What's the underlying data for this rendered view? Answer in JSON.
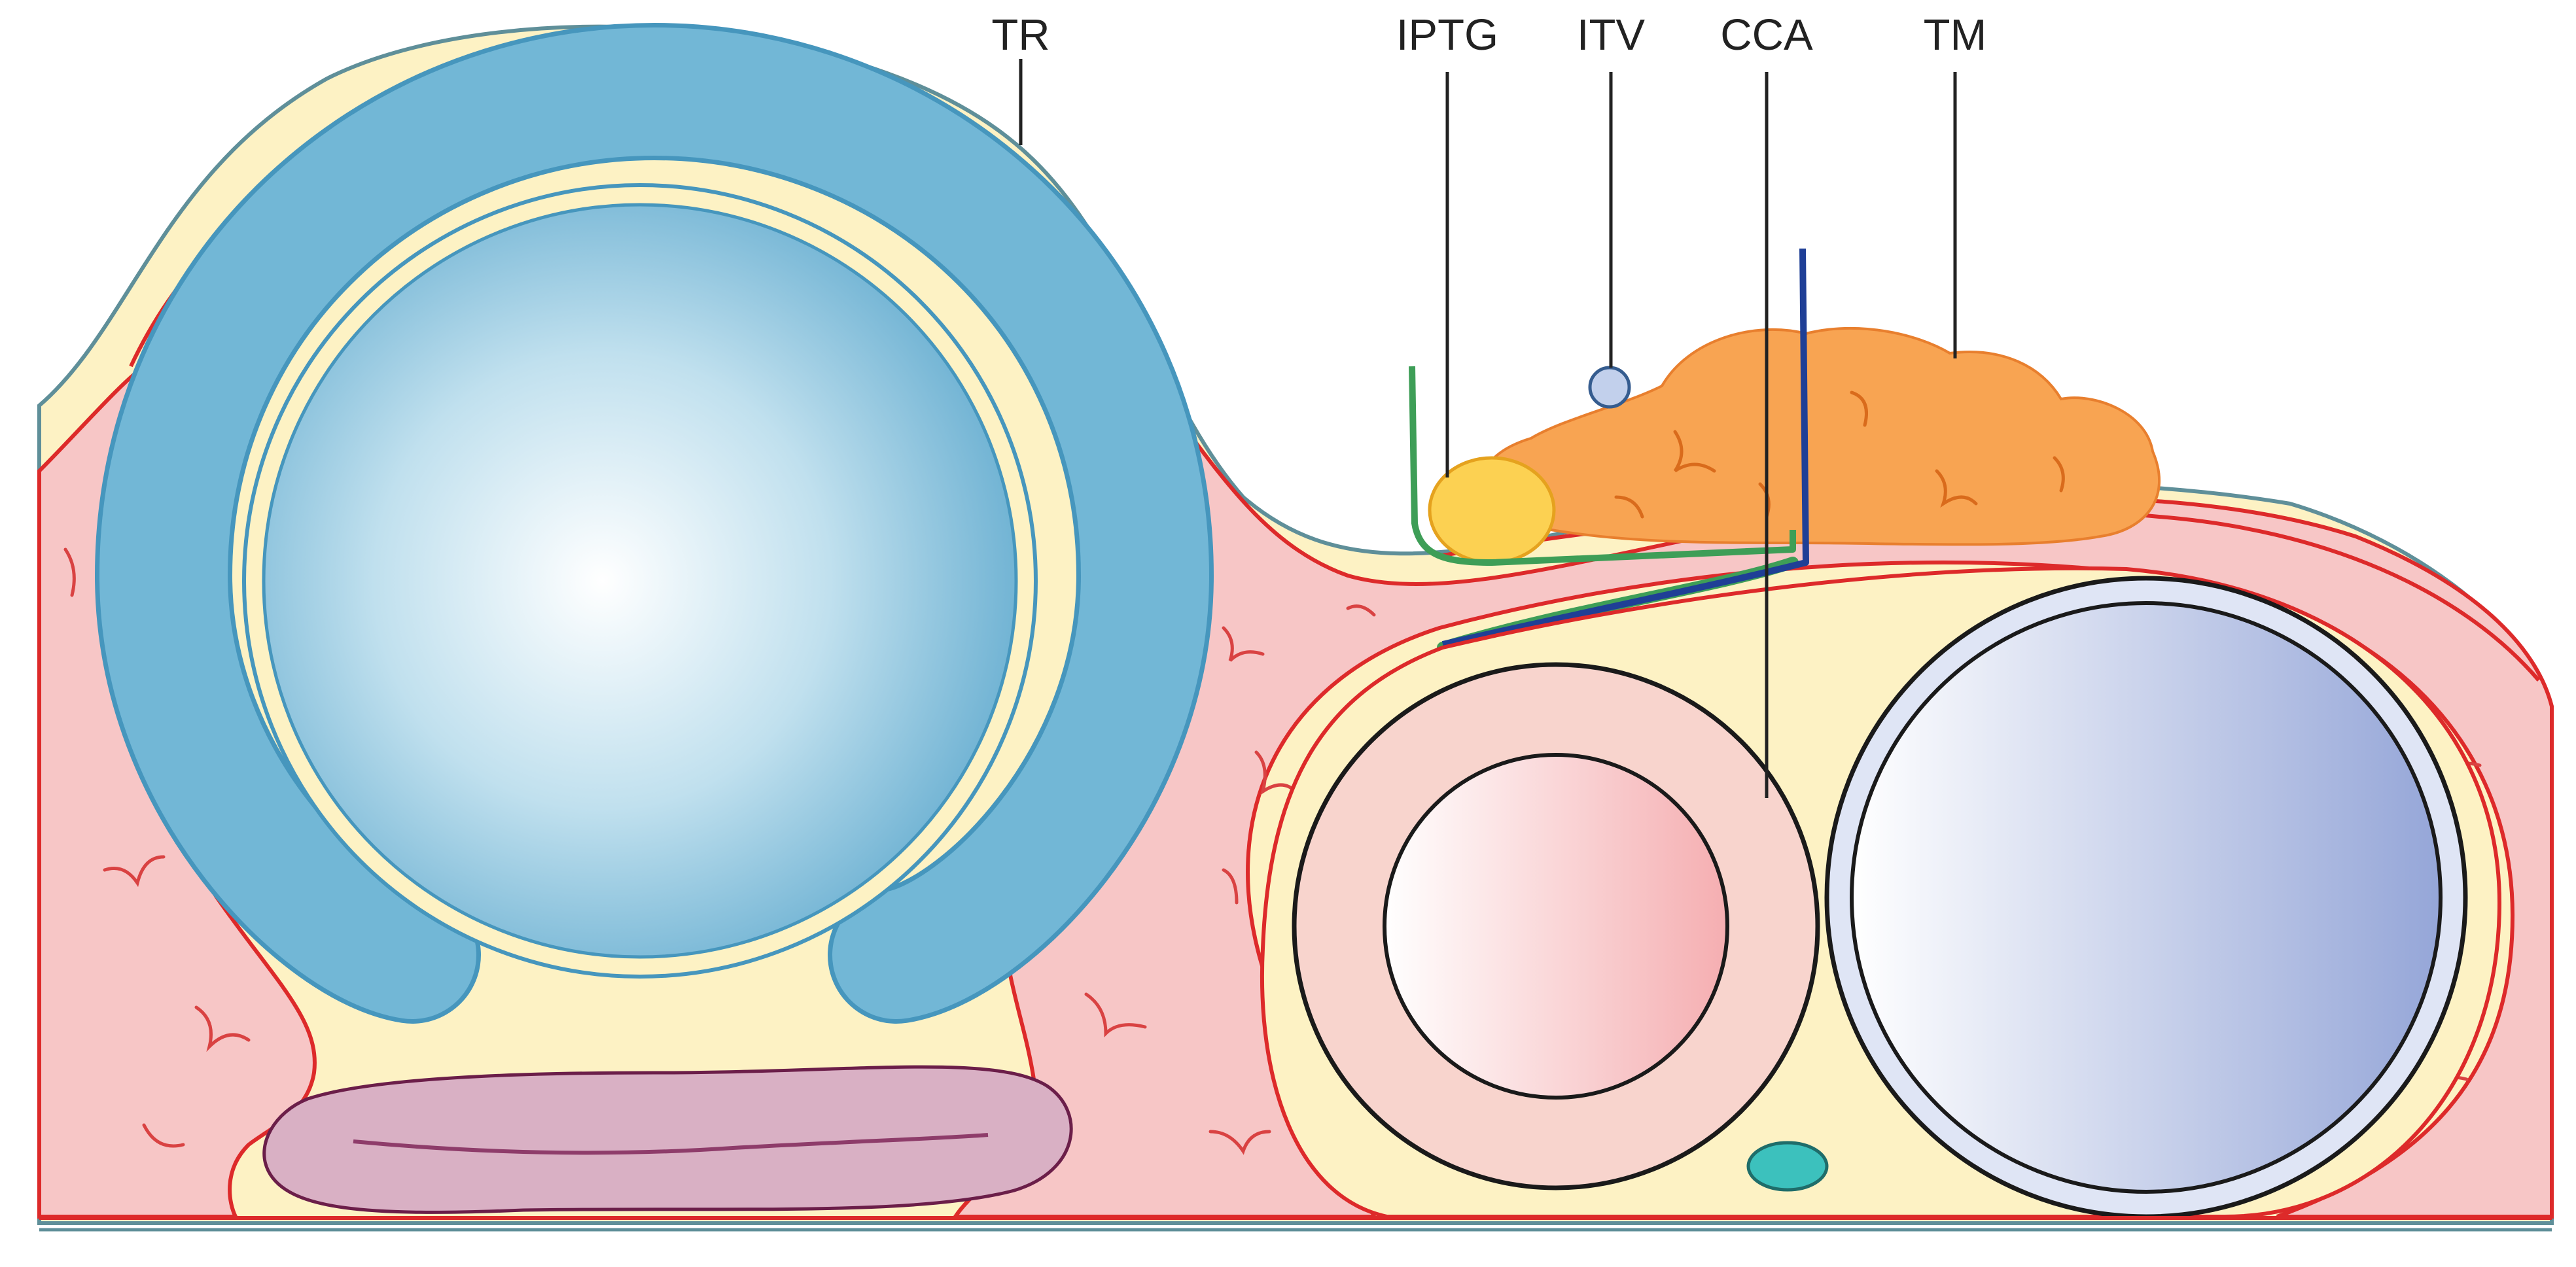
{
  "labels": {
    "tr": "TR",
    "iptg": "IPTG",
    "itv": "ITV",
    "cca": "CCA",
    "tm": "TM"
  },
  "colors": {
    "cartilage_blue": "#72b7d6",
    "fascia_yellow": "#fdf2c4",
    "muscle_pink": "#f7c6c6",
    "outline_red": "#dd2a2a",
    "tumor_orange": "#f8a452",
    "gland_yellow": "#fcd152",
    "nerve_green": "#3e9e57",
    "vessel_dark_blue": "#1f3f96",
    "small_vessel_teal": "#3cc1bd",
    "esophagus_mauve": "#d9b0c4",
    "skin_outline": "#5f8f99"
  }
}
